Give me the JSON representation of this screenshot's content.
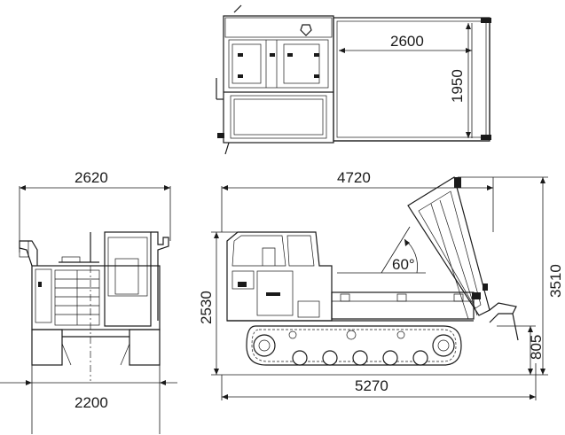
{
  "dimensions": {
    "top_view_length": "2600",
    "top_view_width": "1950",
    "front_view_width": "2620",
    "front_view_track_gauge": "2200",
    "side_view_length_raised": "4720",
    "side_view_height": "2530",
    "side_view_raised_height": "3510",
    "side_view_bed_height": "805",
    "side_view_overall_length": "5270",
    "dump_angle": "60°"
  }
}
